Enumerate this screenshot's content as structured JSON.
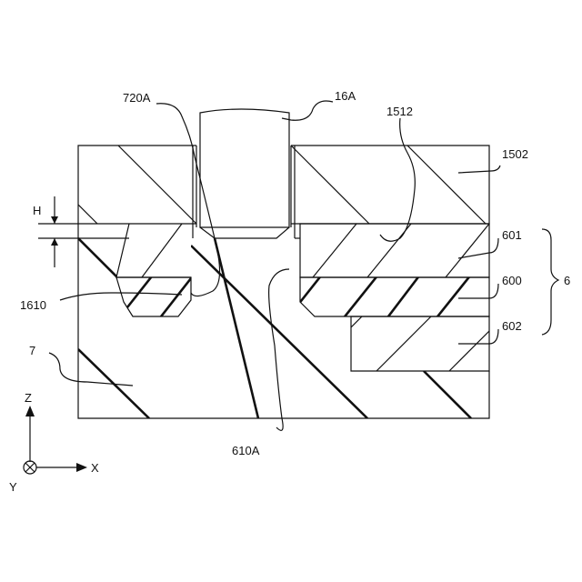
{
  "labels": {
    "l720A": "720A",
    "l16A": "16A",
    "l1512": "1512",
    "l1502": "1502",
    "lH": "H",
    "l601": "601",
    "l600": "600",
    "l602": "602",
    "l6": "6",
    "l1610": "1610",
    "l7": "7",
    "l610A": "610A"
  },
  "axes": {
    "z": "Z",
    "x": "X",
    "y": "Y"
  }
}
